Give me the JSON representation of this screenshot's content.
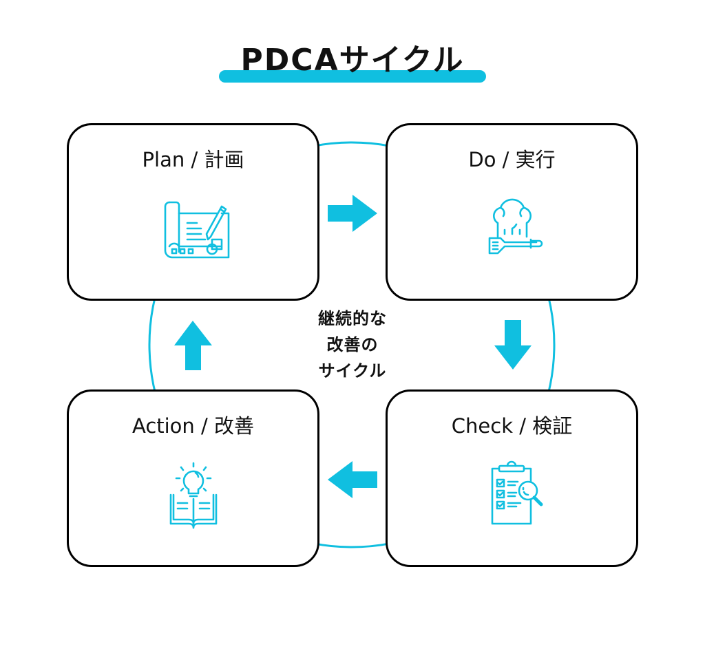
{
  "title": "PDCAサイクル",
  "accent_color": "#10bfe0",
  "center_text": [
    "継続的な",
    "改善の",
    "サイクル"
  ],
  "steps": [
    {
      "id": "plan",
      "label": "Plan / 計画",
      "icon": "blueprint-pencil-icon"
    },
    {
      "id": "do",
      "label": "Do / 実行",
      "icon": "chef-hat-spatula-icon"
    },
    {
      "id": "check",
      "label": "Check / 検証",
      "icon": "clipboard-magnifier-icon"
    },
    {
      "id": "action",
      "label": "Action / 改善",
      "icon": "lightbulb-book-icon"
    }
  ],
  "arrows": [
    {
      "from": "plan",
      "to": "do",
      "direction": "right"
    },
    {
      "from": "do",
      "to": "check",
      "direction": "down"
    },
    {
      "from": "check",
      "to": "action",
      "direction": "left"
    },
    {
      "from": "action",
      "to": "plan",
      "direction": "up"
    }
  ]
}
